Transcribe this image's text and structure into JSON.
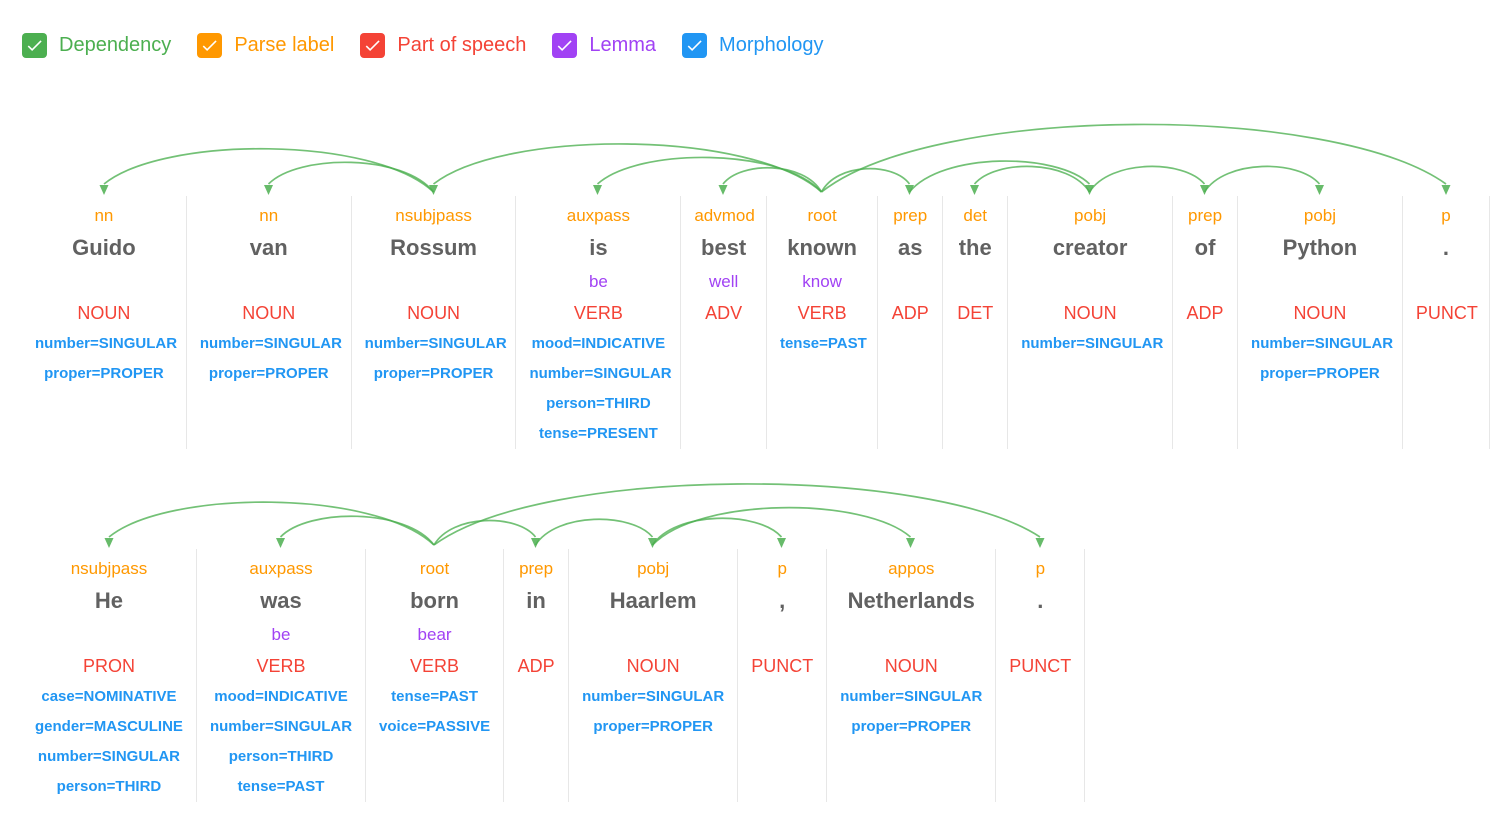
{
  "legend": {
    "options": [
      {
        "label": "Dependency",
        "color": "#4CAF50",
        "checked": true
      },
      {
        "label": "Parse label",
        "color": "#FF9800",
        "checked": true
      },
      {
        "label": "Part of speech",
        "color": "#F44336",
        "checked": true
      },
      {
        "label": "Lemma",
        "color": "#A142F4",
        "checked": true
      },
      {
        "label": "Morphology",
        "color": "#2196F3",
        "checked": true
      }
    ]
  },
  "colors": {
    "arc": "#4CAF50",
    "parse_label": "#FF9800",
    "word": "#616161",
    "lemma": "#A142F4",
    "pos": "#F44336",
    "morphology": "#2196F3",
    "divider": "#e7e7e7"
  },
  "sentences": [
    {
      "text": "Guido van Rossum is best known as the creator of Python .",
      "tokens": [
        {
          "label": "nn",
          "word": "Guido",
          "lemma": "",
          "pos": "NOUN",
          "morph": [
            "number=SINGULAR",
            "proper=PROPER"
          ]
        },
        {
          "label": "nn",
          "word": "van",
          "lemma": "",
          "pos": "NOUN",
          "morph": [
            "number=SINGULAR",
            "proper=PROPER"
          ]
        },
        {
          "label": "nsubjpass",
          "word": "Rossum",
          "lemma": "",
          "pos": "NOUN",
          "morph": [
            "number=SINGULAR",
            "proper=PROPER"
          ]
        },
        {
          "label": "auxpass",
          "word": "is",
          "lemma": "be",
          "pos": "VERB",
          "morph": [
            "mood=INDICATIVE",
            "number=SINGULAR",
            "person=THIRD",
            "tense=PRESENT"
          ]
        },
        {
          "label": "advmod",
          "word": "best",
          "lemma": "well",
          "pos": "ADV",
          "morph": []
        },
        {
          "label": "root",
          "word": "known",
          "lemma": "know",
          "pos": "VERB",
          "morph": [
            "tense=PAST"
          ]
        },
        {
          "label": "prep",
          "word": "as",
          "lemma": "",
          "pos": "ADP",
          "morph": []
        },
        {
          "label": "det",
          "word": "the",
          "lemma": "",
          "pos": "DET",
          "morph": []
        },
        {
          "label": "pobj",
          "word": "creator",
          "lemma": "",
          "pos": "NOUN",
          "morph": [
            "number=SINGULAR"
          ]
        },
        {
          "label": "prep",
          "word": "of",
          "lemma": "",
          "pos": "ADP",
          "morph": []
        },
        {
          "label": "pobj",
          "word": "Python",
          "lemma": "",
          "pos": "NOUN",
          "morph": [
            "number=SINGULAR",
            "proper=PROPER"
          ]
        },
        {
          "label": "p",
          "word": ".",
          "lemma": "",
          "pos": "PUNCT",
          "morph": []
        }
      ],
      "arcs": [
        {
          "head": 2,
          "dep": 0
        },
        {
          "head": 2,
          "dep": 1
        },
        {
          "head": 5,
          "dep": 2
        },
        {
          "head": 5,
          "dep": 3
        },
        {
          "head": 5,
          "dep": 4
        },
        {
          "head": 5,
          "dep": 6
        },
        {
          "head": 6,
          "dep": 8
        },
        {
          "head": 8,
          "dep": 7
        },
        {
          "head": 8,
          "dep": 9
        },
        {
          "head": 9,
          "dep": 10
        },
        {
          "head": 5,
          "dep": 11
        }
      ]
    },
    {
      "text": "He was born in Haarlem , Netherlands .",
      "tokens": [
        {
          "label": "nsubjpass",
          "word": "He",
          "lemma": "",
          "pos": "PRON",
          "morph": [
            "case=NOMINATIVE",
            "gender=MASCULINE",
            "number=SINGULAR",
            "person=THIRD"
          ]
        },
        {
          "label": "auxpass",
          "word": "was",
          "lemma": "be",
          "pos": "VERB",
          "morph": [
            "mood=INDICATIVE",
            "number=SINGULAR",
            "person=THIRD",
            "tense=PAST"
          ]
        },
        {
          "label": "root",
          "word": "born",
          "lemma": "bear",
          "pos": "VERB",
          "morph": [
            "tense=PAST",
            "voice=PASSIVE"
          ]
        },
        {
          "label": "prep",
          "word": "in",
          "lemma": "",
          "pos": "ADP",
          "morph": []
        },
        {
          "label": "pobj",
          "word": "Haarlem",
          "lemma": "",
          "pos": "NOUN",
          "morph": [
            "number=SINGULAR",
            "proper=PROPER"
          ]
        },
        {
          "label": "p",
          "word": ",",
          "lemma": "",
          "pos": "PUNCT",
          "morph": []
        },
        {
          "label": "appos",
          "word": "Netherlands",
          "lemma": "",
          "pos": "NOUN",
          "morph": [
            "number=SINGULAR",
            "proper=PROPER"
          ]
        },
        {
          "label": "p",
          "word": ".",
          "lemma": "",
          "pos": "PUNCT",
          "morph": []
        }
      ],
      "arcs": [
        {
          "head": 2,
          "dep": 0
        },
        {
          "head": 2,
          "dep": 1
        },
        {
          "head": 2,
          "dep": 3
        },
        {
          "head": 3,
          "dep": 4
        },
        {
          "head": 4,
          "dep": 5
        },
        {
          "head": 4,
          "dep": 6
        },
        {
          "head": 2,
          "dep": 7
        }
      ]
    }
  ]
}
